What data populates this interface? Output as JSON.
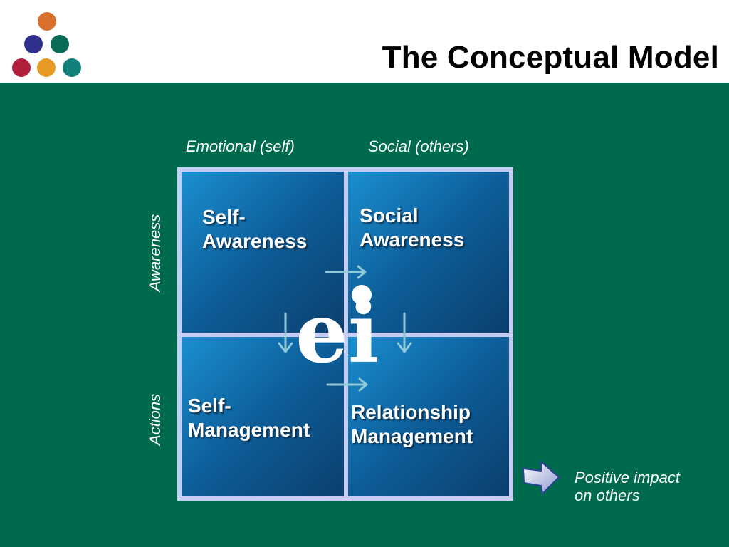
{
  "header": {
    "title": "The Conceptual Model",
    "logo_colors": [
      "#d96f2b",
      "#2f2f8f",
      "#0a6b57",
      "#b0203b",
      "#e89a24",
      "#117f7a"
    ]
  },
  "columns": [
    "Emotional (self)",
    "Social (others)"
  ],
  "rows": [
    "Awareness",
    "Actions"
  ],
  "quadrants": {
    "self_awareness": "Self-\nAwareness",
    "social_awareness": "Social\nAwareness",
    "self_management": "Self-\nManagement",
    "relationship_management": "Relationship\nManagement"
  },
  "center_logo": "ei",
  "outcome": "Positive impact\non others",
  "colors": {
    "background": "#006a4e",
    "grid_border": "#c5cdf5",
    "cell_light": "#1a8fd0",
    "cell_dark": "#0b3f6e",
    "arrow": "#8fc9d8"
  }
}
